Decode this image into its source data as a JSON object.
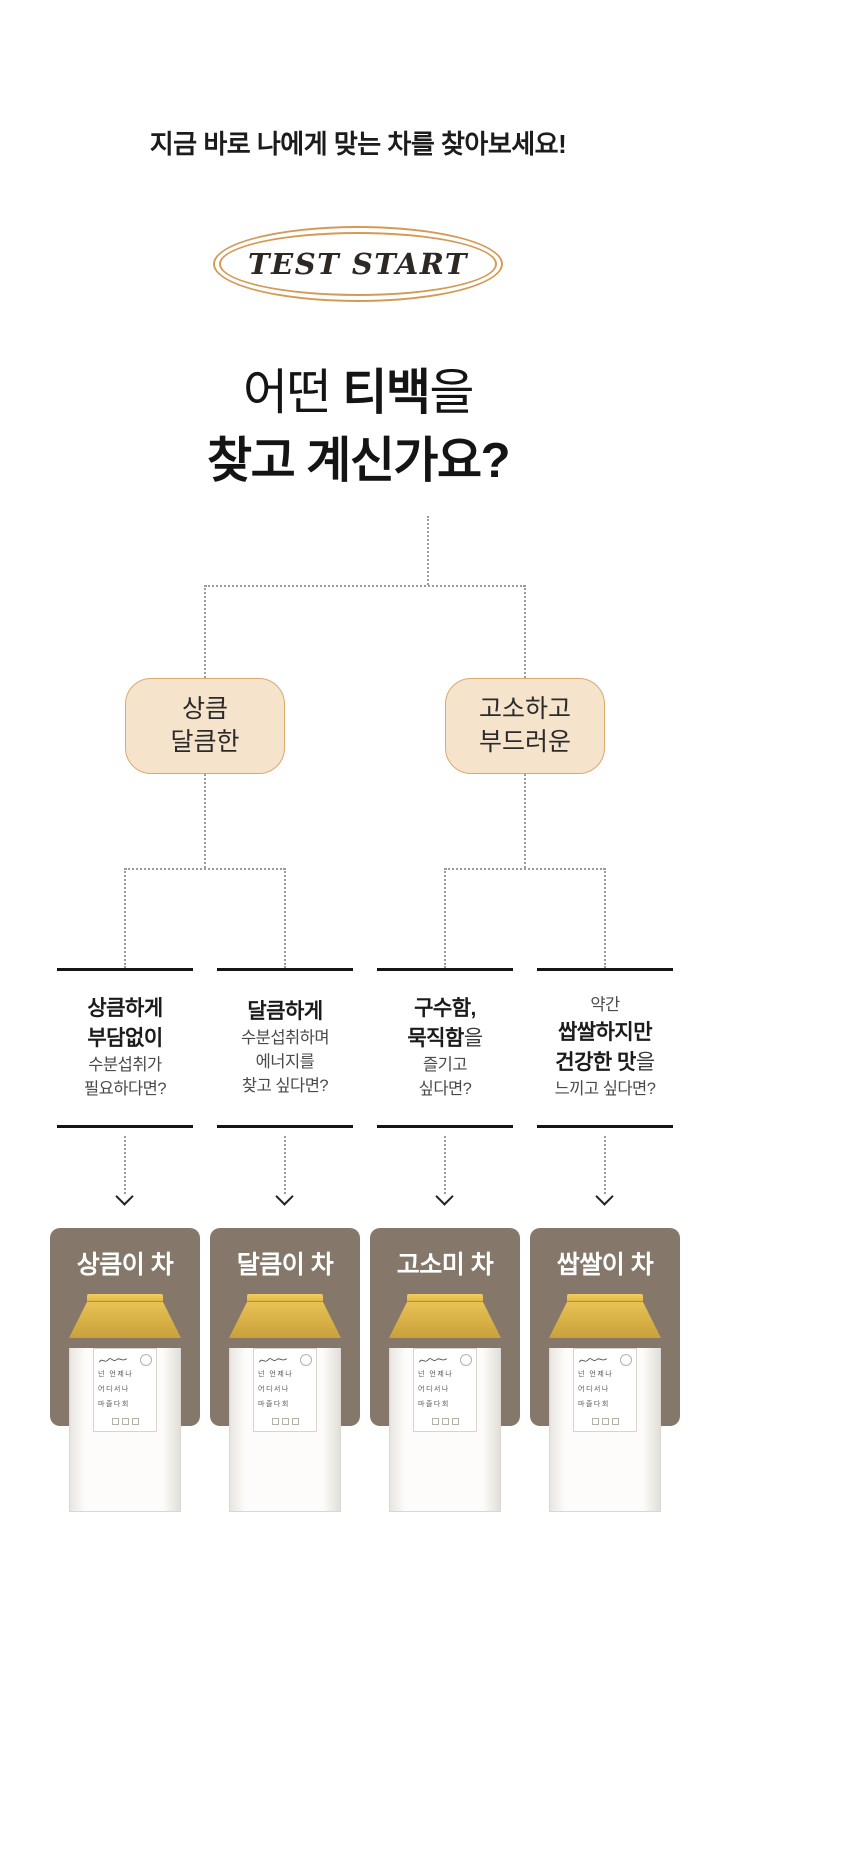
{
  "page": {
    "heading": "지금 바로 나에게 맞는 차를 찾아보세요!",
    "test_start_label": "TEST START"
  },
  "question": {
    "line1_pre": "어떤 ",
    "line1_em": "티백",
    "line1_post": "을",
    "line2": "찾고 계신가요?"
  },
  "branches": [
    {
      "line1": "상큼",
      "line2": "달큼한"
    },
    {
      "line1": "고소하고",
      "line2": "부드러운"
    }
  ],
  "options": [
    {
      "lines": [
        {
          "bold": "상큼하게",
          "rest": ""
        },
        {
          "bold": "부담없이",
          "rest": ""
        },
        {
          "bold": "",
          "rest": "수분섭취가"
        },
        {
          "bold": "",
          "rest": "필요하다면?"
        }
      ]
    },
    {
      "lines": [
        {
          "bold": "달큼하게",
          "rest": ""
        },
        {
          "bold": "",
          "rest": "수분섭취하며"
        },
        {
          "bold": "",
          "rest": "에너지를"
        },
        {
          "bold": "",
          "rest": "찾고 싶다면?"
        }
      ]
    },
    {
      "lines": [
        {
          "bold": "구수함,",
          "rest": ""
        },
        {
          "bold": "묵직함",
          "rest": "을"
        },
        {
          "bold": "",
          "rest": "즐기고"
        },
        {
          "bold": "",
          "rest": "싶다면?"
        }
      ]
    },
    {
      "lines": [
        {
          "bold": "",
          "rest": "약간"
        },
        {
          "bold": "쌉쌀하지만",
          "rest": ""
        },
        {
          "bold": "건강한 맛",
          "rest": "을"
        },
        {
          "bold": "",
          "rest": "느끼고 싶다면?"
        }
      ]
    }
  ],
  "cards": [
    {
      "title": "상큼이 차"
    },
    {
      "title": "달큼이 차"
    },
    {
      "title": "고소미 차"
    },
    {
      "title": "쌉쌀이 차"
    }
  ],
  "package_label": {
    "lines": [
      "넌 언제나",
      "어디서나",
      "마즐다회"
    ]
  },
  "icons": {
    "arrow_down_icon": "chevron-down (css shape)",
    "stamp_icon": "circle outline",
    "script_icon": "handwritten squiggle (svg)"
  },
  "colors": {
    "accent_tan": "#D49B57",
    "branch_fill": "#F5E3CC",
    "branch_border": "#DCA96A",
    "card_background": "#85786A",
    "package_gold": "#E8C254",
    "text_dark": "#1B1B1B",
    "connector_gray": "#9B9B9B"
  }
}
